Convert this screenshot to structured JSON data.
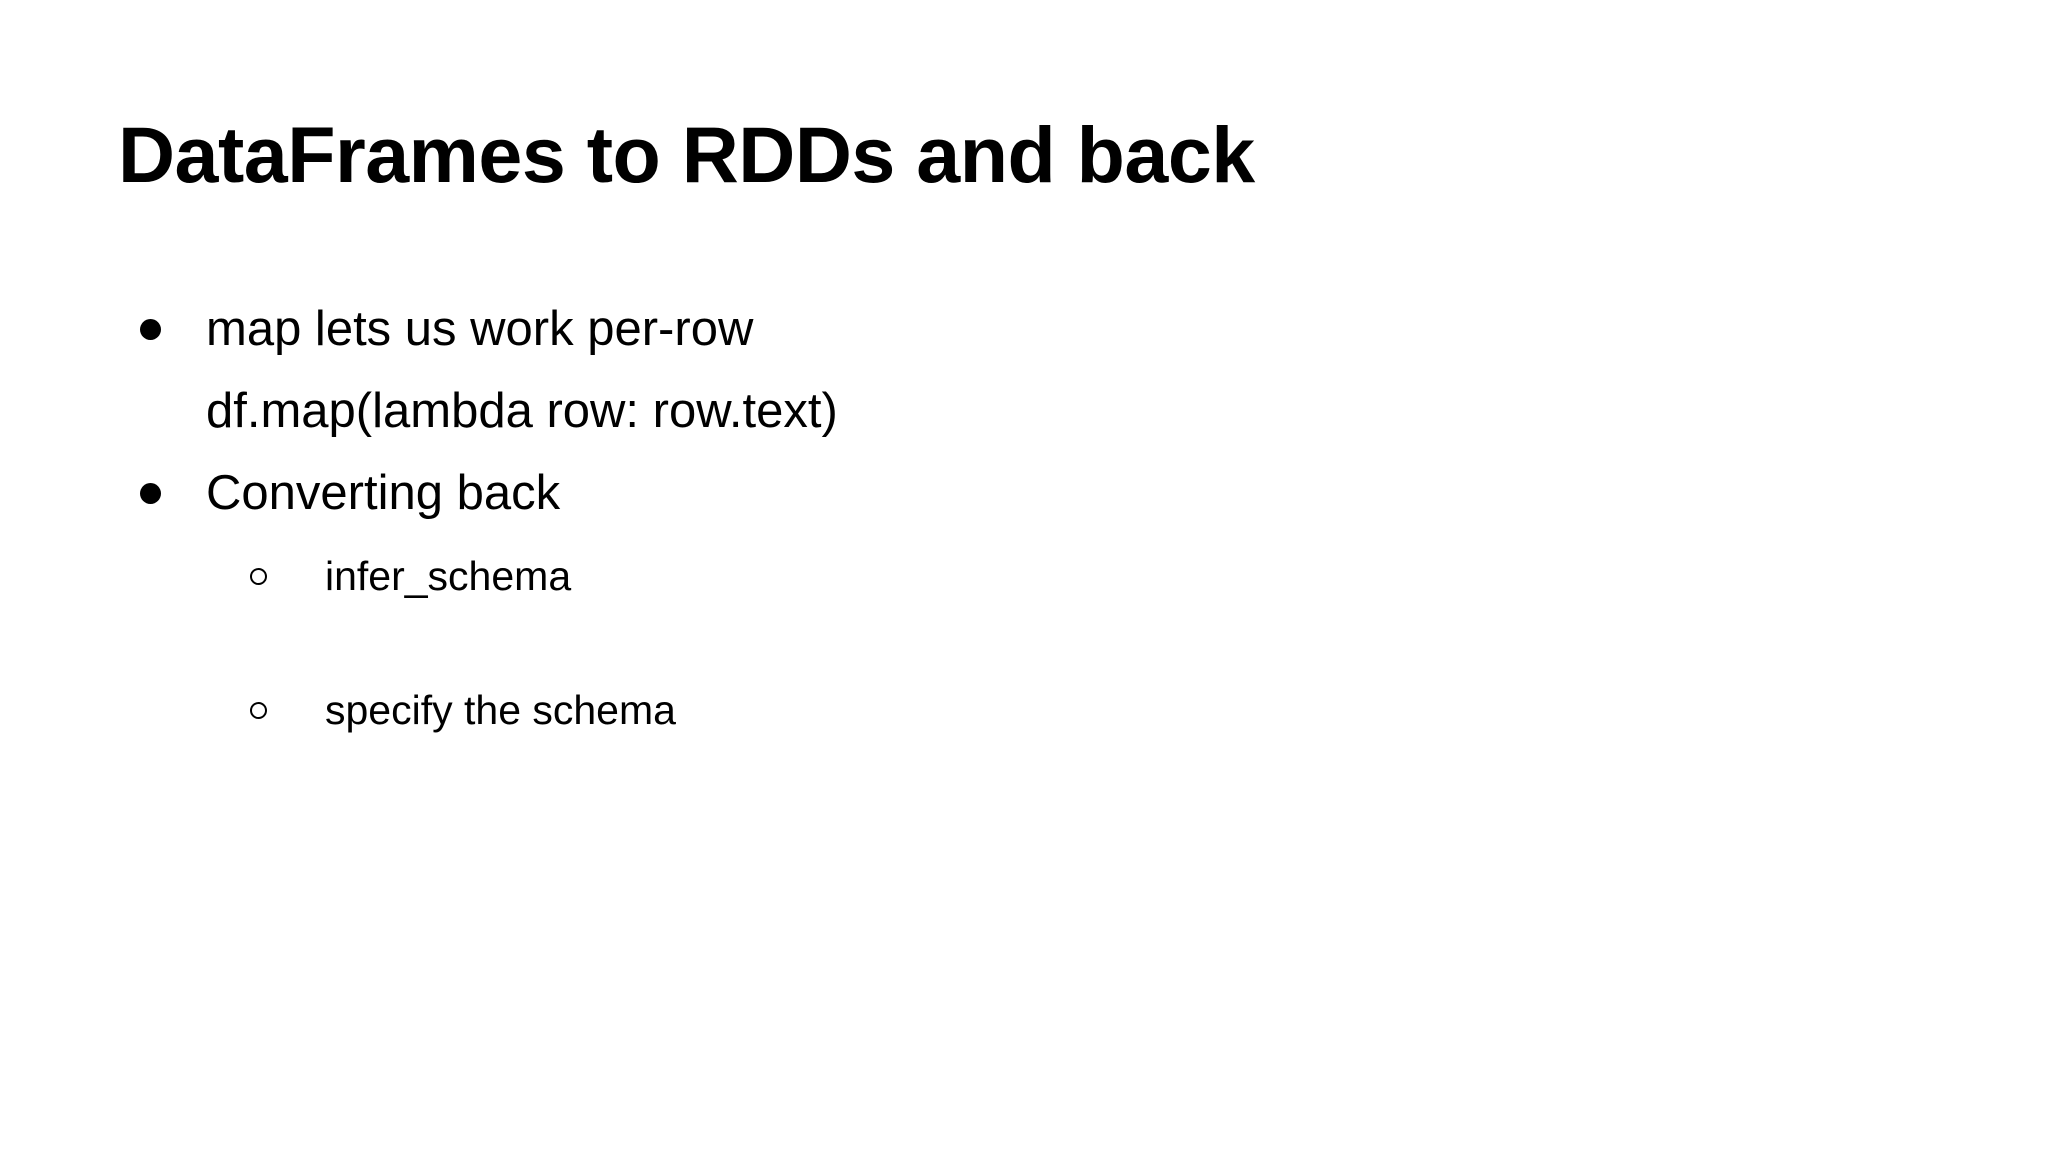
{
  "slide": {
    "background_color": "#ffffff",
    "text_color": "#000000",
    "title": "DataFrames to RDDs and back",
    "body": [
      {
        "level": 1,
        "bullet": "filled-circle",
        "text": "map lets us work per-row"
      },
      {
        "level": 1,
        "bullet": "none",
        "text": "df.map(lambda row: row.text)"
      },
      {
        "level": 1,
        "bullet": "filled-circle",
        "text": "Converting back"
      },
      {
        "level": 2,
        "bullet": "hollow-circle",
        "text": "infer_schema"
      },
      {
        "level": 2,
        "bullet": "none",
        "text": ""
      },
      {
        "level": 2,
        "bullet": "hollow-circle",
        "text": "specify the schema"
      }
    ]
  }
}
